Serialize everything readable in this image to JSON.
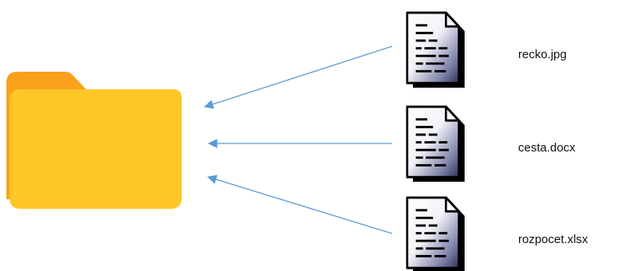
{
  "diagram": {
    "folder": {
      "icon": "folder-icon",
      "color_front": "#FFC627",
      "color_back": "#F9A11B"
    },
    "arrow_color": "#5B9BD5",
    "files": [
      {
        "name": "recko.jpg",
        "icon": "document-icon"
      },
      {
        "name": "cesta.docx",
        "icon": "document-icon"
      },
      {
        "name": "rozpocet.xlsx",
        "icon": "document-icon"
      }
    ]
  }
}
